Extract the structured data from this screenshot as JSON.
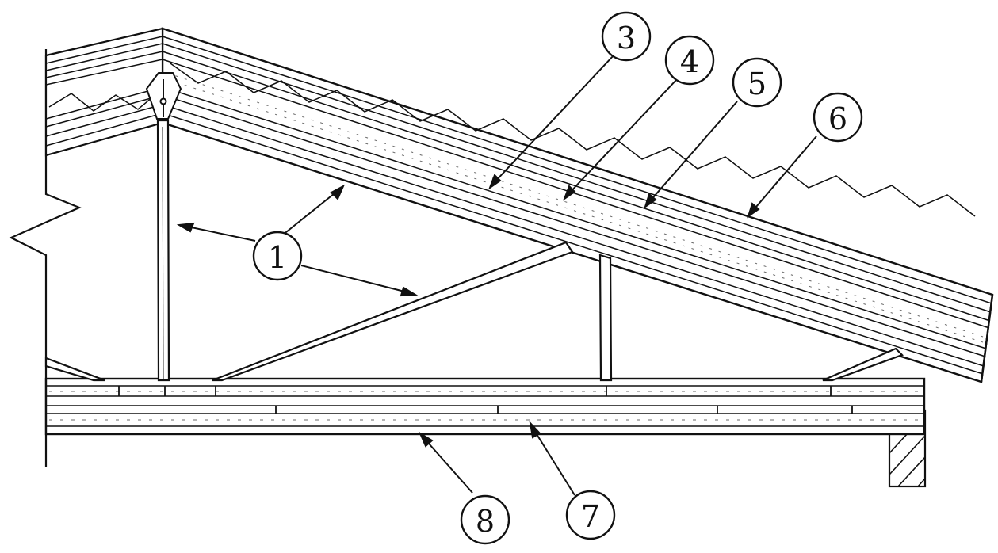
{
  "diagram": {
    "type": "roof truss cross-section",
    "colors": {
      "ink": "#111111",
      "paper": "#ffffff",
      "texture": "#6a6a6a"
    },
    "callouts": {
      "c1": "1",
      "c3": "3",
      "c4": "4",
      "c5": "5",
      "c6": "6",
      "c7": "7",
      "c8": "8"
    }
  }
}
